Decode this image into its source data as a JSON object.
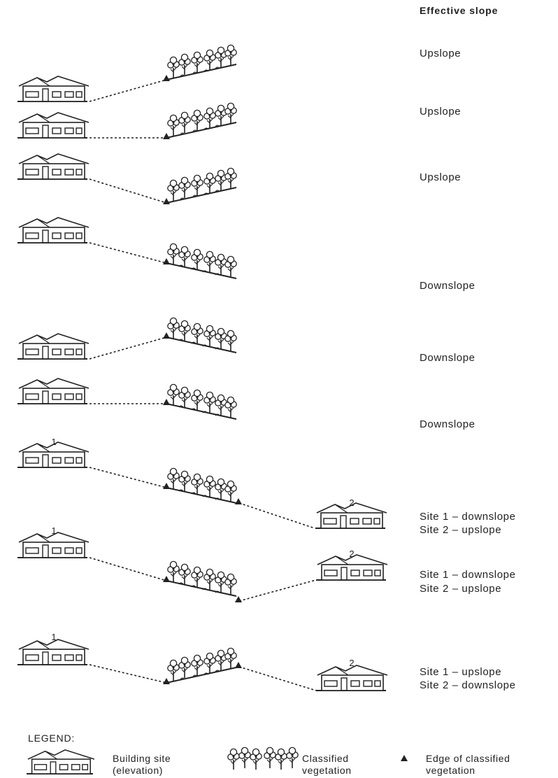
{
  "header": {
    "title": "Effective slope"
  },
  "scenarios": [
    {
      "slope_label": "Upslope"
    },
    {
      "slope_label": "Upslope"
    },
    {
      "slope_label": "Upslope"
    },
    {
      "slope_label": "Downslope"
    },
    {
      "slope_label": "Downslope"
    },
    {
      "slope_label": "Downslope"
    },
    {
      "slope_label_1": "Site 1 – downslope",
      "slope_label_2": "Site 2 – upslope",
      "site_a": "1",
      "site_b": "2"
    },
    {
      "slope_label_1": "Site 1 – downslope",
      "slope_label_2": "Site 2 – upslope",
      "site_a": "1",
      "site_b": "2"
    },
    {
      "slope_label_1": "Site 1 – upslope",
      "slope_label_2": "Site 2 – downslope",
      "site_a": "1",
      "site_b": "2"
    }
  ],
  "legend": {
    "title": "LEGEND:",
    "building_line1": "Building site",
    "building_line2": "(elevation)",
    "vegetation_line1": "Classified",
    "vegetation_line2": "vegetation",
    "edge_line1": "Edge of classified",
    "edge_line2": "vegetation"
  },
  "icons": {
    "building": "house-elevation-icon",
    "vegetation": "tree-cluster-icon",
    "edge": "filled-triangle-icon"
  }
}
